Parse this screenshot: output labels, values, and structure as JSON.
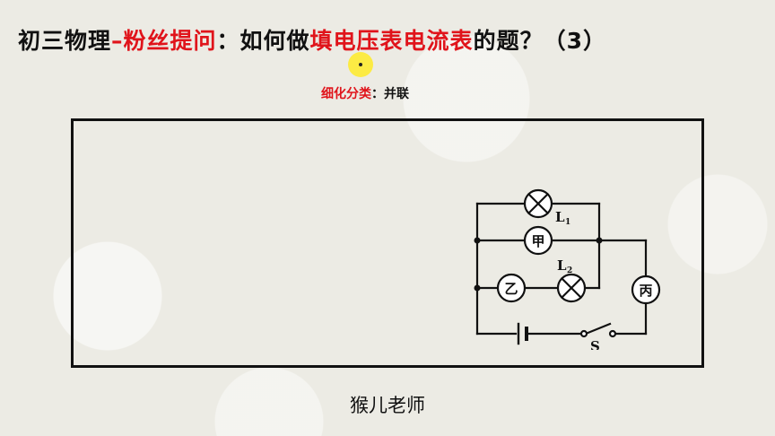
{
  "title": {
    "part1": "初三物理",
    "dash": "–",
    "part2": "粉丝提问",
    "part3": "：如何做",
    "part4": "填电压表电流表",
    "part5": "的题？（3）"
  },
  "subtitle": {
    "label": "细化分类",
    "colon": "：",
    "value": "并联"
  },
  "circuit": {
    "lamp1": "L",
    "lamp1_sub": "1",
    "lamp2": "L",
    "lamp2_sub": "2",
    "meter_a": "甲",
    "meter_b": "乙",
    "meter_c": "丙",
    "switch": "S"
  },
  "footer": {
    "teacher": "猴儿老师"
  }
}
